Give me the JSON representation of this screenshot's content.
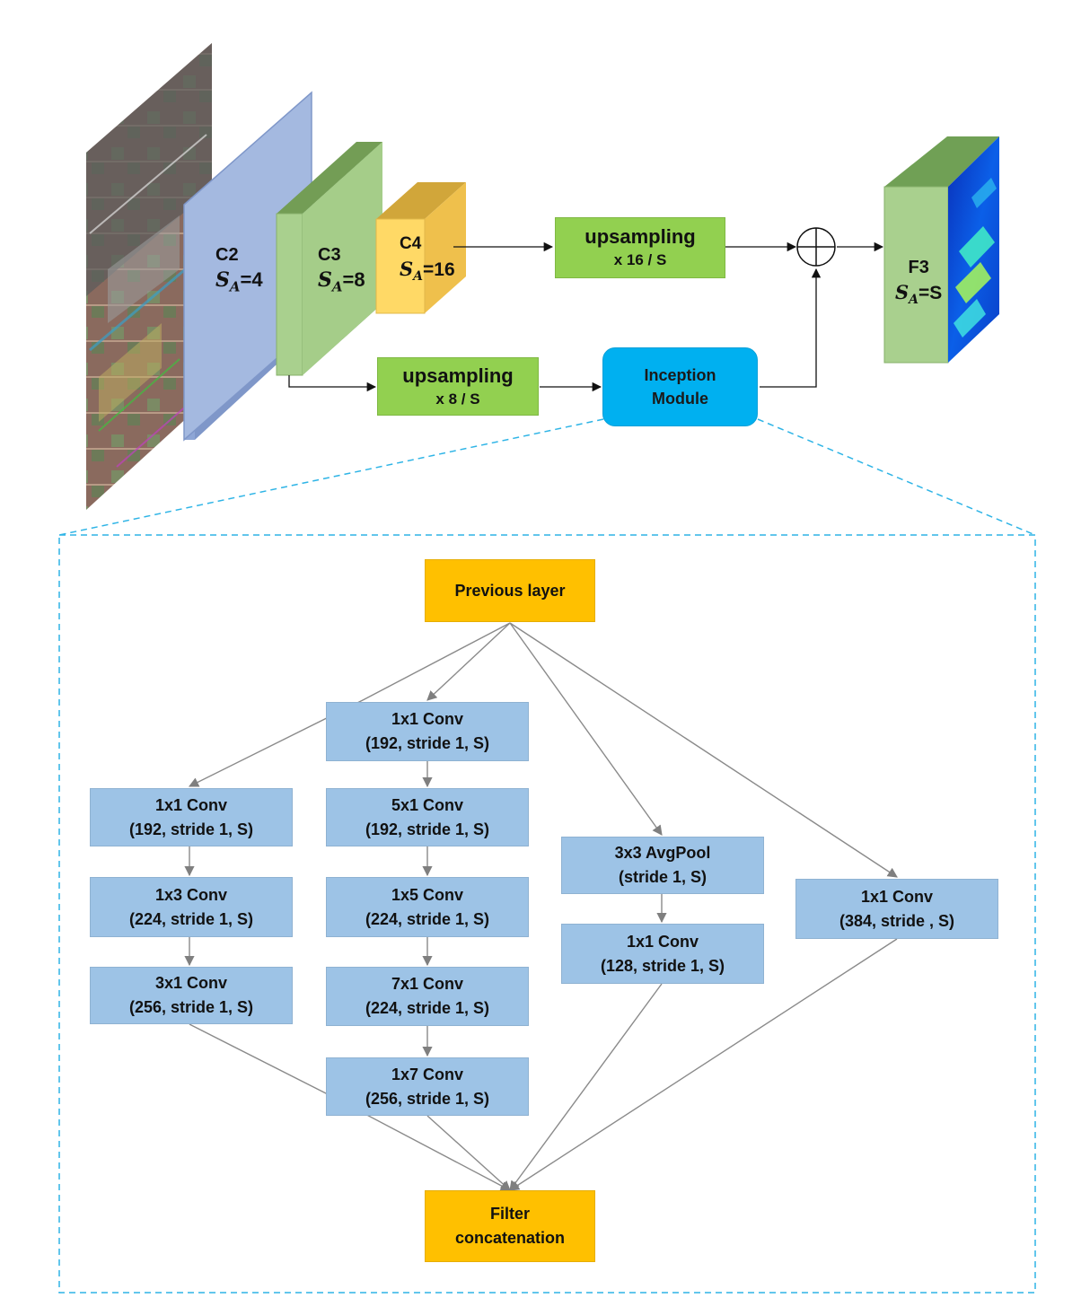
{
  "encoder": {
    "c2": {
      "name": "C2",
      "sa_value": "=4"
    },
    "c3": {
      "name": "C3",
      "sa_value": "=8"
    },
    "c4": {
      "name": "C4",
      "sa_value": "=16"
    },
    "f3": {
      "name": "F3",
      "sa_value": "=S"
    },
    "sa_symbol": "S",
    "sa_subscript": "A"
  },
  "upsampling_top": {
    "title": "upsampling",
    "factor": "x 16 / S"
  },
  "upsampling_bottom": {
    "title": "upsampling",
    "factor": "x 8 / S"
  },
  "inception_module": {
    "line1": "Inception",
    "line2": "Module"
  },
  "inception": {
    "previous_layer": "Previous layer",
    "filter_concat": {
      "line1": "Filter",
      "line2": "concatenation"
    },
    "branch1": [
      {
        "title": "1x1 Conv",
        "params": "(192, stride 1, S)"
      },
      {
        "title": "1x3 Conv",
        "params": "(224, stride 1, S)"
      },
      {
        "title": "3x1 Conv",
        "params": "(256, stride 1, S)"
      }
    ],
    "branch2": [
      {
        "title": "1x1 Conv",
        "params": "(192, stride 1, S)"
      },
      {
        "title": "5x1 Conv",
        "params": "(192, stride 1, S)"
      },
      {
        "title": "1x5 Conv",
        "params": "(224, stride 1, S)"
      },
      {
        "title": "7x1 Conv",
        "params": "(224, stride 1, S)"
      },
      {
        "title": "1x7 Conv",
        "params": "(256, stride 1, S)"
      }
    ],
    "branch3": [
      {
        "title": "3x3 AvgPool",
        "params": "(stride 1, S)"
      },
      {
        "title": "1x1 Conv",
        "params": "(128, stride 1, S)"
      }
    ],
    "branch4": [
      {
        "title": "1x1 Conv",
        "params": "(384, stride , S)"
      }
    ]
  },
  "colors": {
    "c2": "#a4b9e0",
    "c3": "#a9d08e",
    "c4": "#ffd966",
    "conv": "#9dc3e6",
    "orange": "#ffc000",
    "green": "#92d050",
    "inception_module": "#00b0f0",
    "dashed": "#2eb4e6"
  }
}
